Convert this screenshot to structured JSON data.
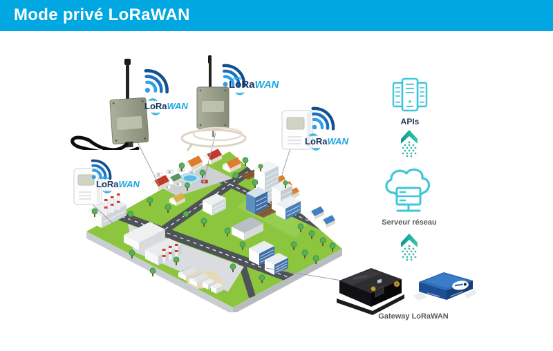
{
  "header": {
    "title": "Mode privé LoRaWAN"
  },
  "logo": {
    "lora": "LoRa",
    "wan": "WAN"
  },
  "flow": {
    "apis_label": "APIs",
    "network_server_label": "Serveur réseau",
    "gateway_label": "Gateway LoRaWAN"
  },
  "icons": {
    "wifi_signal": "radio-waves",
    "apis": "server-rack",
    "network_server": "cloud-server",
    "uplink": "up-arrow"
  },
  "colors": {
    "header_bg": "#00A7E1",
    "icon_teal": "#3FC6D8",
    "arrow_teal_dark": "#0D9B8A",
    "arrow_teal_light": "#36C6B2",
    "wifi_blue_dark": "#144F92",
    "wifi_blue_light": "#2F9FE6",
    "lora_navy": "#14325E",
    "lora_cyan": "#1BA7E0",
    "label_gray": "#58595B",
    "label_navy": "#23355A",
    "grass_green": "#8CC63F",
    "road_gray": "#4E5357"
  }
}
